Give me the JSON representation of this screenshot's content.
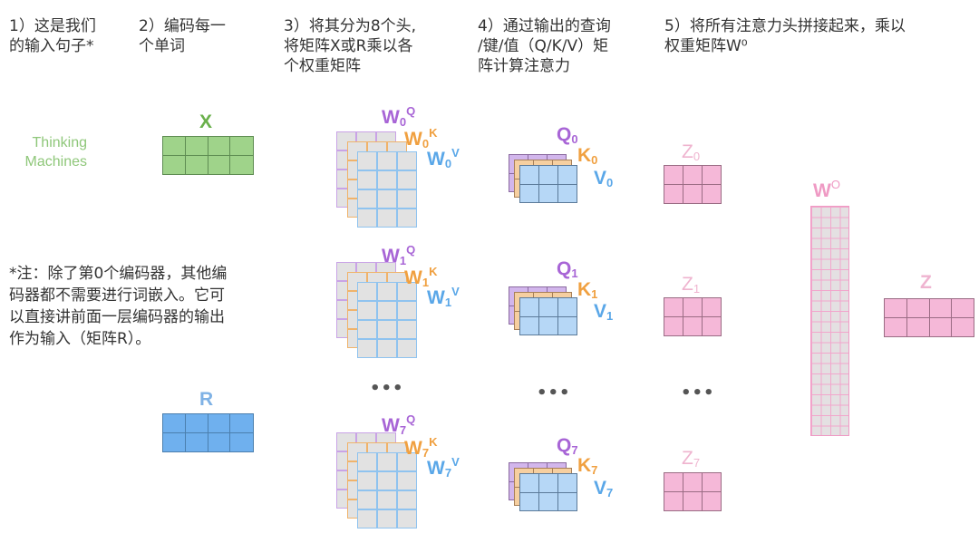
{
  "steps": [
    {
      "id": "step1",
      "lines": [
        "1）这是我们",
        "的输入句子*"
      ]
    },
    {
      "id": "step2",
      "lines": [
        "2）编码每一",
        "个单词"
      ]
    },
    {
      "id": "step3",
      "lines": [
        "3）将其分为8个头,",
        "将矩阵X或R乘以各",
        "个权重矩阵"
      ]
    },
    {
      "id": "step4",
      "lines": [
        "4）通过输出的查询",
        "/键/值（Q/K/V）矩",
        "阵计算注意力"
      ]
    },
    {
      "id": "step5",
      "lines": [
        "5）将所有注意力头拼接起来，乘以",
        "权重矩阵W⁰"
      ]
    }
  ],
  "input_sentence": [
    "Thinking",
    "Machines"
  ],
  "note": {
    "lines": [
      "*注：除了第0个编码器，其他编",
      "码器都不需要进行词嵌入。它可",
      "以直接讲前面一层编码器的输出",
      "作为输入（矩阵R）。"
    ]
  },
  "matrices": {
    "x": {
      "label": "X",
      "color": "#6ab04c",
      "fill": "#9fd38a"
    },
    "r": {
      "label": "R",
      "color": "#7fb2e5",
      "fill": "#6fb0ee"
    },
    "wo": {
      "label": "W",
      "sup": "O",
      "color": "#ef9ac4"
    },
    "z": {
      "label": "Z",
      "color": "#efb4d0"
    }
  },
  "heads": [
    {
      "index": "0",
      "wq": "W",
      "wk": "W",
      "wv": "W",
      "sub": "0",
      "q": "Q",
      "k": "K",
      "v": "V",
      "zlabel": "Z"
    },
    {
      "index": "1",
      "wq": "W",
      "wk": "W",
      "wv": "W",
      "sub": "1",
      "q": "Q",
      "k": "K",
      "v": "V",
      "zlabel": "Z"
    },
    {
      "index": "7",
      "wq": "W",
      "wk": "W",
      "wv": "W",
      "sub": "7",
      "q": "Q",
      "k": "K",
      "v": "V",
      "zlabel": "Z"
    }
  ],
  "superscripts": {
    "q": "Q",
    "k": "K",
    "v": "V"
  },
  "ellipsis": "•••",
  "colors": {
    "purple": "#a865d6",
    "orange": "#f0a040",
    "blue": "#5aa7e8",
    "pink_label": "#efb4cf",
    "pink_fill": "#f5b8d8",
    "gray_cell": "#e2e2e2",
    "green_text": "#8fc77a"
  }
}
